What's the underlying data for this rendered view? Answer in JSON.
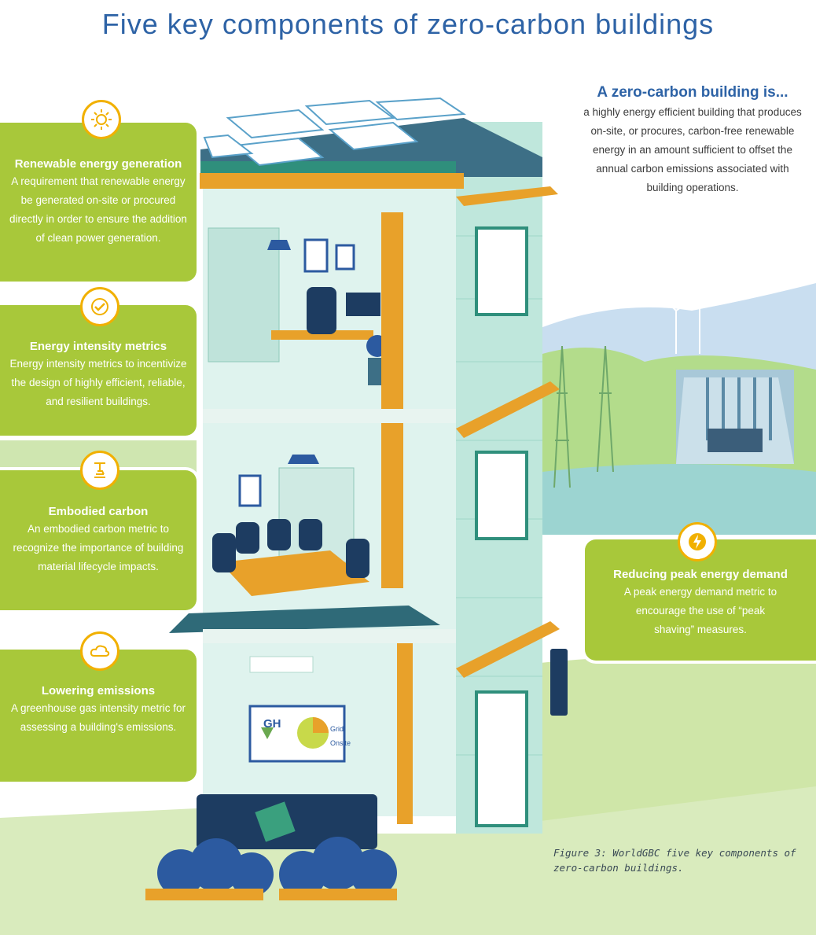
{
  "title": "Five key components of zero-carbon buildings",
  "definition": {
    "title": "A zero-carbon building is...",
    "body": "a highly energy efficient building that produces on-site, or procures, carbon-free renewable energy in an amount sufficient to offset the annual carbon emissions associated with building operations."
  },
  "components": [
    {
      "title": "Renewable energy generation",
      "body": "A requirement that renewable energy be generated on-site or procured directly in order to ensure the addition of clean power generation.",
      "icon": "sun-icon"
    },
    {
      "title": "Energy intensity metrics",
      "body": "Energy intensity metrics to incentivize the design of highly efficient, reliable, and resilient buildings.",
      "icon": "checkmark-icon"
    },
    {
      "title": "Embodied carbon",
      "body": "An embodied carbon metric to recognize the importance of building material lifecycle impacts.",
      "icon": "crane-icon"
    },
    {
      "title": "Lowering emissions",
      "body": "A greenhouse gas intensity metric for assessing a building's emissions.",
      "icon": "co2-cloud-icon"
    },
    {
      "title": "Reducing peak energy demand",
      "body": "A peak energy demand metric to encourage the use of “peak shaving” measures.",
      "icon": "lightning-icon"
    }
  ],
  "screen": {
    "label": "GH",
    "legend": [
      "Grid",
      "Onsite"
    ]
  },
  "caption": "Figure 3: WorldGBC five key components of zero-carbon buildings.",
  "colors": {
    "accent_green": "#a8c83a",
    "title_blue": "#2e63a6",
    "badge_orange": "#f1b000",
    "wall_teal": "#8fd3c2"
  }
}
